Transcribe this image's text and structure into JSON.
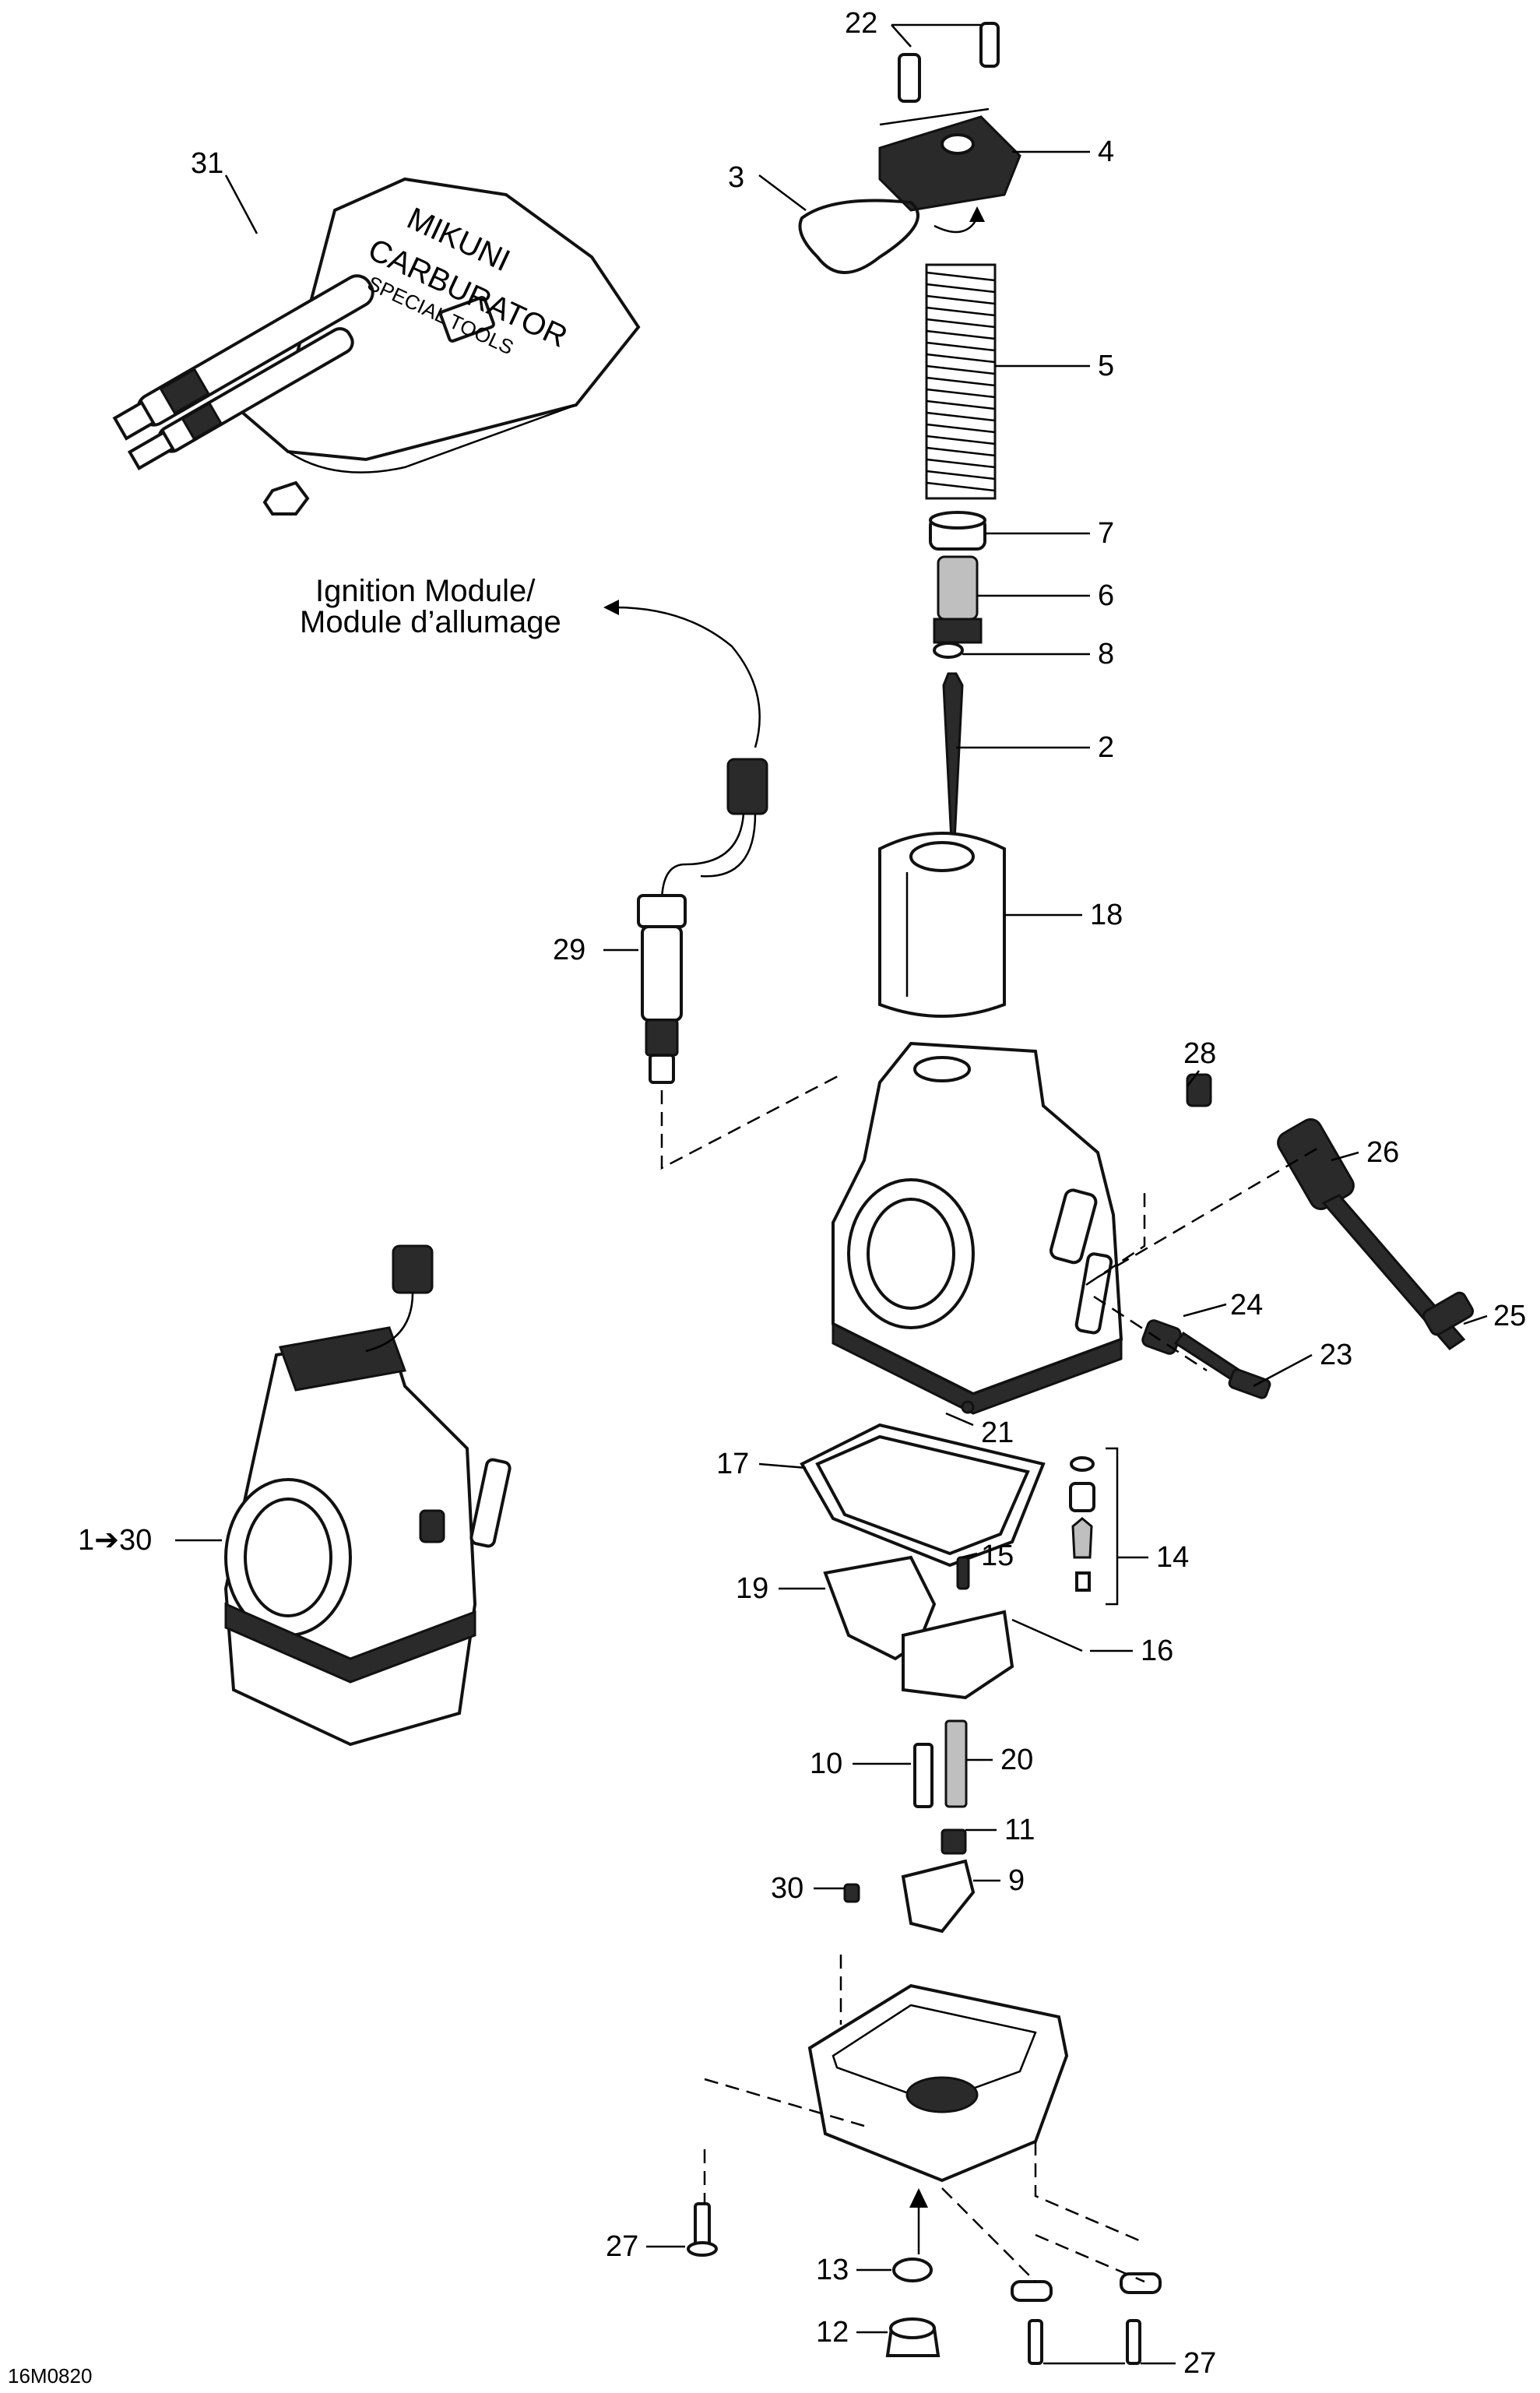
{
  "diagram": {
    "callouts": [
      {
        "id": "c22",
        "label": "22"
      },
      {
        "id": "c4",
        "label": "4"
      },
      {
        "id": "c3",
        "label": "3"
      },
      {
        "id": "c31",
        "label": "31"
      },
      {
        "id": "c5",
        "label": "5"
      },
      {
        "id": "c7",
        "label": "7"
      },
      {
        "id": "c6",
        "label": "6"
      },
      {
        "id": "c8",
        "label": "8"
      },
      {
        "id": "c2",
        "label": "2"
      },
      {
        "id": "c18",
        "label": "18"
      },
      {
        "id": "c29",
        "label": "29"
      },
      {
        "id": "c28",
        "label": "28"
      },
      {
        "id": "c26",
        "label": "26"
      },
      {
        "id": "c25",
        "label": "25"
      },
      {
        "id": "c24",
        "label": "24"
      },
      {
        "id": "c23",
        "label": "23"
      },
      {
        "id": "c21",
        "label": "21"
      },
      {
        "id": "c17",
        "label": "17"
      },
      {
        "id": "c1to30",
        "label": "1➔30"
      },
      {
        "id": "c15",
        "label": "15"
      },
      {
        "id": "c14",
        "label": "14"
      },
      {
        "id": "c19",
        "label": "19"
      },
      {
        "id": "c16",
        "label": "16"
      },
      {
        "id": "c10",
        "label": "10"
      },
      {
        "id": "c20",
        "label": "20"
      },
      {
        "id": "c11",
        "label": "11"
      },
      {
        "id": "c30",
        "label": "30"
      },
      {
        "id": "c9",
        "label": "9"
      },
      {
        "id": "c27a",
        "label": "27"
      },
      {
        "id": "c13",
        "label": "13"
      },
      {
        "id": "c12",
        "label": "12"
      },
      {
        "id": "c27b",
        "label": "27"
      }
    ],
    "ignition_note": {
      "line1": "Ignition Module/",
      "line2": "Module d’allumage"
    },
    "toolkit_text": {
      "brand": "MIKUNI",
      "product": "CARBURATOR",
      "tools": "SPECIAL TOOLS"
    },
    "drawing_code": "16M0820"
  },
  "colors": {
    "ink": "#000000",
    "paper": "#ffffff",
    "shade": "#2a2a2a"
  }
}
